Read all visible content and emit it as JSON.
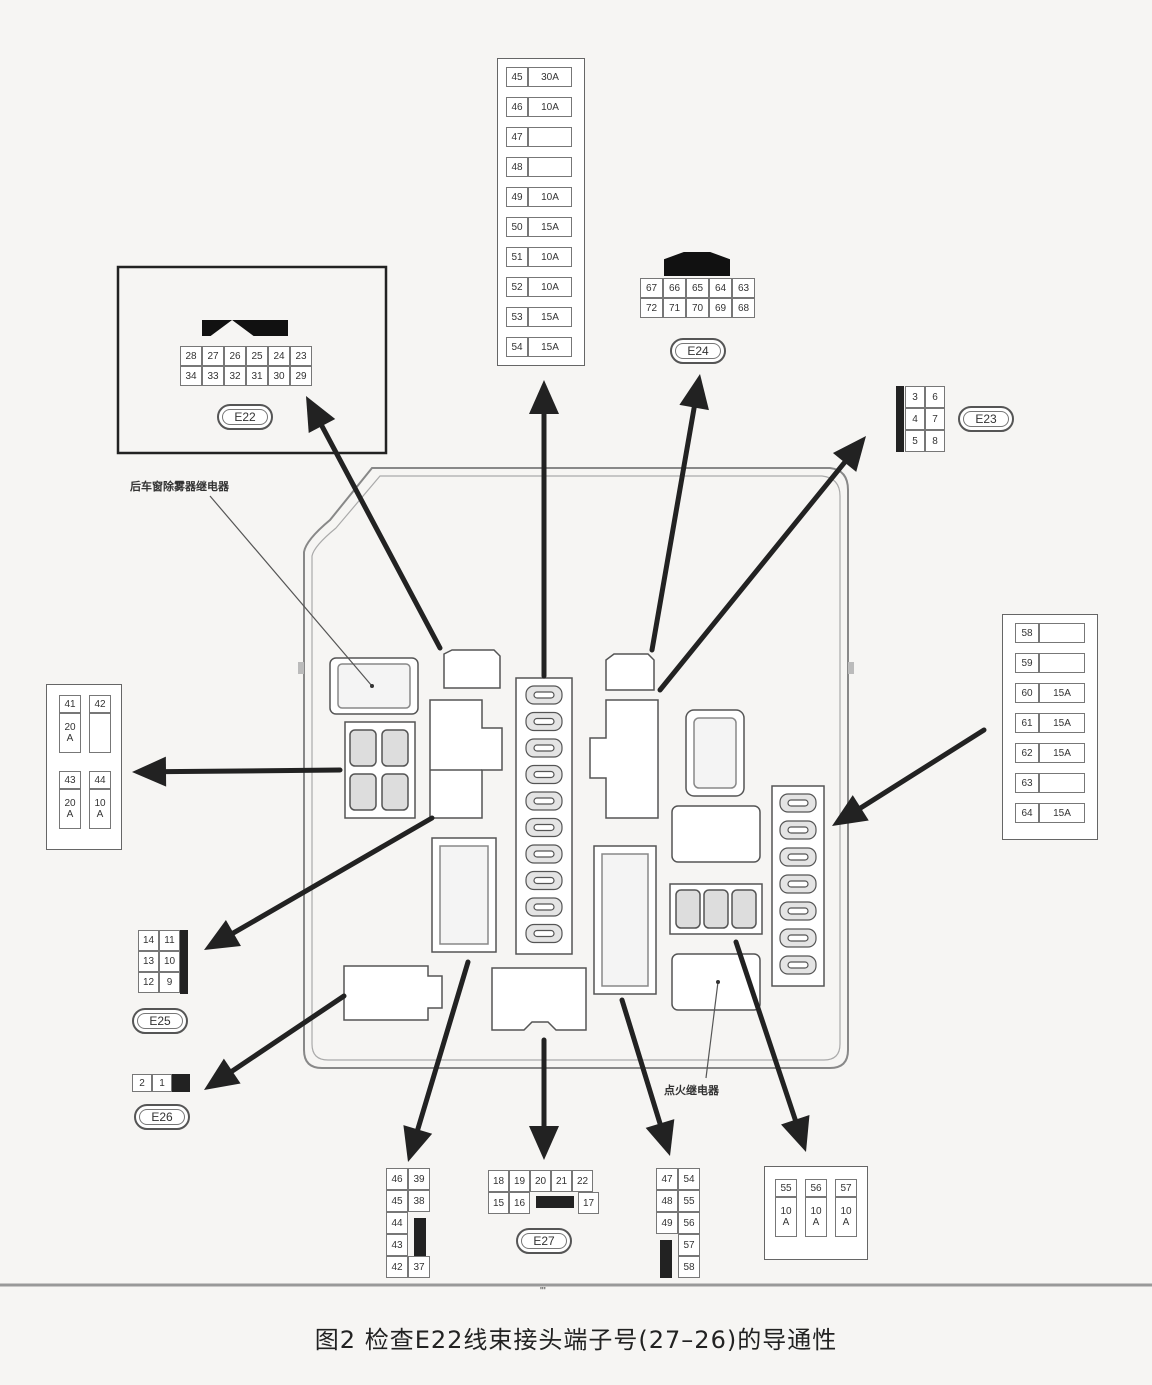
{
  "caption": "图2  检查E22线束接头端子号(27–26)的导通性",
  "labels": {
    "rear_defogger_relay": "后车窗除雾器继电器",
    "ignition_relay": "点火继电器",
    "footer_mark": "'''"
  },
  "connectors": {
    "e22": {
      "name": "E22",
      "row1": [
        "28",
        "27",
        "26",
        "25",
        "24",
        "23"
      ],
      "row2": [
        "34",
        "33",
        "32",
        "31",
        "30",
        "29"
      ]
    },
    "e24": {
      "name": "E24",
      "row1": [
        "67",
        "66",
        "65",
        "64",
        "63"
      ],
      "row2": [
        "72",
        "71",
        "70",
        "69",
        "68"
      ]
    },
    "e23": {
      "name": "E23",
      "col1": [
        "3",
        "4",
        "5"
      ],
      "col2": [
        "6",
        "7",
        "8"
      ]
    },
    "e25": {
      "name": "E25",
      "col1": [
        "14",
        "13",
        "12"
      ],
      "col2": [
        "11",
        "10",
        "9"
      ]
    },
    "e26": {
      "name": "E26",
      "cells": [
        "2",
        "1"
      ]
    },
    "e27": {
      "name": "E27",
      "row1": [
        "18",
        "19",
        "20",
        "21",
        "22"
      ],
      "row2": [
        "15",
        "16",
        "17"
      ]
    }
  },
  "fuse_top": [
    {
      "num": "45",
      "amp": "30A"
    },
    {
      "num": "46",
      "amp": "10A"
    },
    {
      "num": "47",
      "amp": ""
    },
    {
      "num": "48",
      "amp": ""
    },
    {
      "num": "49",
      "amp": "10A"
    },
    {
      "num": "50",
      "amp": "15A"
    },
    {
      "num": "51",
      "amp": "10A"
    },
    {
      "num": "52",
      "amp": "10A"
    },
    {
      "num": "53",
      "amp": "15A"
    },
    {
      "num": "54",
      "amp": "15A"
    }
  ],
  "fuse_right": [
    {
      "num": "58",
      "amp": ""
    },
    {
      "num": "59",
      "amp": ""
    },
    {
      "num": "60",
      "amp": "15A"
    },
    {
      "num": "61",
      "amp": "15A"
    },
    {
      "num": "62",
      "amp": "15A"
    },
    {
      "num": "63",
      "amp": ""
    },
    {
      "num": "64",
      "amp": "15A"
    }
  ],
  "fuse_left": {
    "top": [
      {
        "num": "41",
        "amp": "20\nA"
      },
      {
        "num": "42",
        "amp": ""
      }
    ],
    "bottom": [
      {
        "num": "43",
        "amp": "20\nA"
      },
      {
        "num": "44",
        "amp": "10\nA"
      }
    ]
  },
  "fuse_bottom_right": [
    {
      "num": "55",
      "amp": "10\nA"
    },
    {
      "num": "56",
      "amp": "10\nA"
    },
    {
      "num": "57",
      "amp": "10\nA"
    }
  ],
  "block_b1": {
    "col1": [
      "46",
      "45",
      "44",
      "43",
      "42"
    ],
    "col2": [
      "39",
      "38",
      "",
      "",
      "37"
    ]
  },
  "block_b2": {
    "col1": [
      "47",
      "48",
      "49",
      "",
      ""
    ],
    "col2": [
      "54",
      "55",
      "56",
      "57",
      "58"
    ]
  }
}
